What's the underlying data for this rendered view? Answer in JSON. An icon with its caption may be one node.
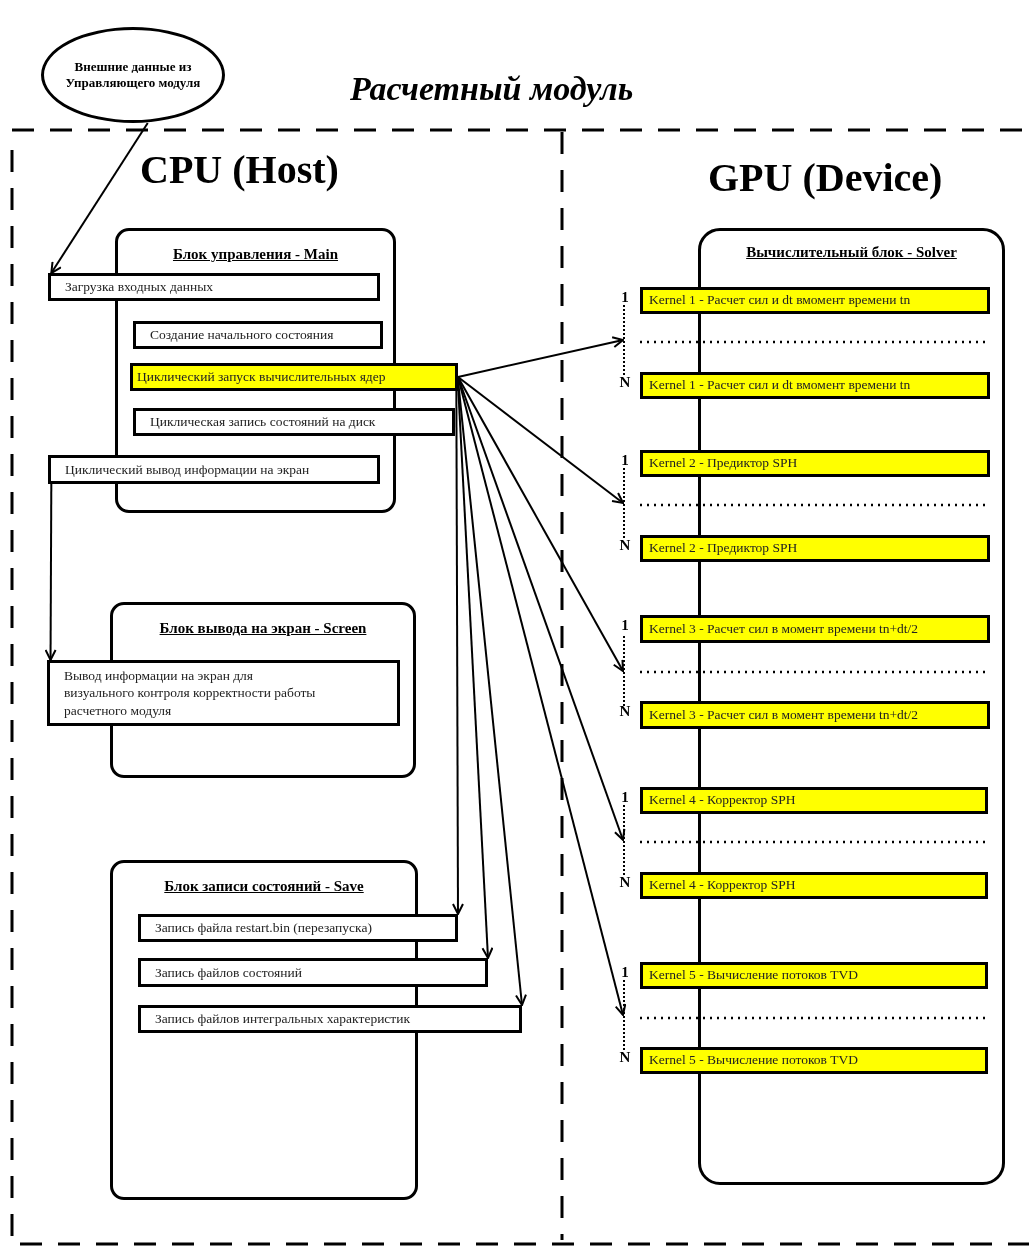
{
  "diagram": {
    "title": "Расчетный модуль",
    "nodes": [
      {
        "text": [
          "Внешние данные из Управляющего модуля"
        ]
      },
      {
        "text": [
          "Блок управления - Main"
        ]
      },
      {
        "text": [
          "Загрузка входных данных"
        ]
      },
      {
        "text": [
          "Создание начального состояния"
        ],
        "in": 1
      },
      {
        "text": [
          "Циклический запуск вычислительных ядер"
        ]
      },
      {
        "text": [
          "Циклическая запись состояний на диск"
        ]
      },
      {
        "text": [
          "Циклический вывод информации на экран"
        ]
      },
      {
        "text": [
          "Блок вывода на экран - Screen"
        ]
      },
      {
        "text": [
          "Вывод информации на экран для визуального контроля корректности работы расчетного модуля"
        ]
      },
      {
        "text": [
          "Блок записи состояний - Save"
        ]
      },
      {
        "text": [
          "Запись файла restart.bin (перезапуска)"
        ]
      },
      {
        "text": [
          "Запись файлов состояний"
        ]
      },
      {
        "text": [
          "Запись файлов интегральных характеристик"
        ]
      },
      {
        "text": [
          "Вычислительный блок - Solver"
        ]
      },
      {
        "text": [
          "Kernel 1 - Расчет сил и dt вмомент времени tn"
        ]
      },
      {
        "text": [
          "Kernel 1 - Расчет сил и dt вмомент времени tn"
        ]
      },
      {
        "text": [
          "Kernel 2 - Предиктор SPH"
        ]
      },
      {
        "text": [
          "Kernel 2 - Предиктор SPH"
        ]
      },
      {
        "text": [
          "Kernel 3 - Расчет сил в момент времени tn+dt/2"
        ]
      },
      {
        "text": [
          "Kernel 3 - Расчет сил в момент времени tn+dt/2"
        ]
      },
      {
        "text": [
          "Kernel 4  - Корректор SPH"
        ]
      },
      {
        "text": [
          "Kernel 4  - Корректор SPH"
        ]
      },
      {
        "text": [
          "Kernel 5  - Вычисление потоков TVD"
        ]
      },
      {
        "text": [
          "Kernel 5  - Вычисление потоков TVD"
        ]
      },
      {
        "text": [],
        "shape": "bar"
      },
      {
        "text": [],
        "shape": "bar"
      },
      {
        "text": [],
        "shape": "bar"
      },
      {
        "text": [],
        "shape": "bar"
      },
      {
        "text": [],
        "shape": "bar"
      }
    ],
    "edges": [
      {
        "from": 0,
        "to": 2,
        "arrow": "to"
      },
      {
        "from": 6,
        "to": 8,
        "arrow": "to"
      },
      {
        "from": 4,
        "to": 24,
        "arrow": "to"
      },
      {
        "from": 4,
        "to": 25,
        "arrow": "to"
      },
      {
        "from": 4,
        "to": 26,
        "arrow": "to"
      },
      {
        "from": 4,
        "to": 27,
        "arrow": "to"
      },
      {
        "from": 4,
        "to": 28,
        "arrow": "to"
      },
      {
        "from": 4,
        "to": 10,
        "arrow": "to"
      },
      {
        "from": 4,
        "to": 11,
        "arrow": "to"
      },
      {
        "from": 4,
        "to": 12,
        "arrow": "to"
      }
    ],
    "labels": [
      "CPU (Host)",
      "GPU (Device)",
      "1",
      "N",
      "1",
      "N",
      "1",
      "N",
      "1",
      "N",
      "1",
      "N"
    ]
  }
}
